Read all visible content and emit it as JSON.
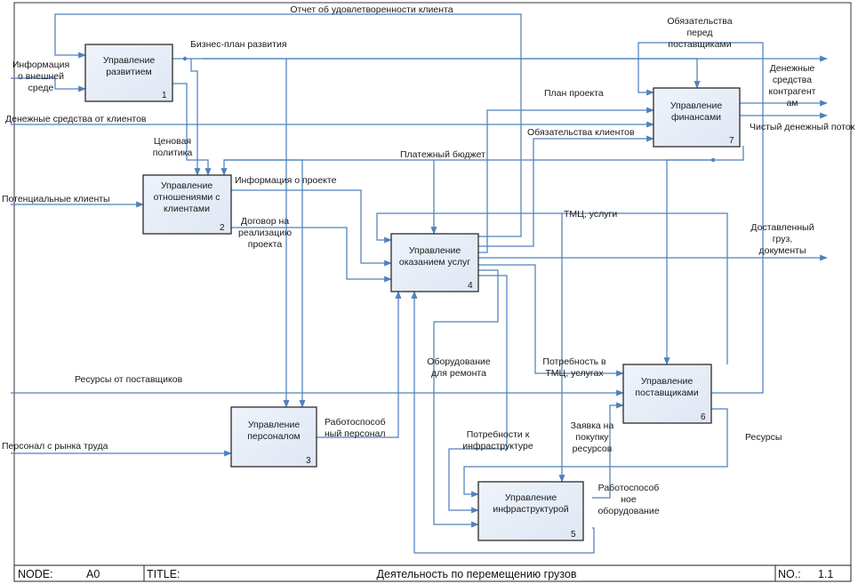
{
  "boxes": [
    {
      "id": "b1",
      "lines": [
        "Управление",
        "развитием"
      ],
      "num": "1"
    },
    {
      "id": "b2",
      "lines": [
        "Управление",
        "отношениями с",
        "клиентами"
      ],
      "num": "2"
    },
    {
      "id": "b3",
      "lines": [
        "Управление",
        "персоналом"
      ],
      "num": "3"
    },
    {
      "id": "b4",
      "lines": [
        "Управление",
        "оказанием услуг"
      ],
      "num": "4"
    },
    {
      "id": "b5",
      "lines": [
        "Управление",
        "инфраструктурой"
      ],
      "num": "5"
    },
    {
      "id": "b6",
      "lines": [
        "Управление",
        "поставщиками"
      ],
      "num": "6"
    },
    {
      "id": "b7",
      "lines": [
        "Управление",
        "финансами"
      ],
      "num": "7"
    }
  ],
  "labels": {
    "report": [
      "Отчет об удовлетворенности клиента"
    ],
    "bizplan": [
      "Бизнес-план развития"
    ],
    "env_info": [
      "Информация",
      "о внешней",
      "среде"
    ],
    "client_money": [
      "Денежные средства от клиентов"
    ],
    "price_policy": [
      "Ценовая",
      "политика"
    ],
    "potential_clients": [
      "Потенциальные клиенты"
    ],
    "project_info": [
      "Информация о проекте"
    ],
    "contract": [
      "Договор на",
      "реализацию",
      "проекта"
    ],
    "payment_budget": [
      "Платежный бюджет"
    ],
    "project_plan": [
      "План проекта"
    ],
    "client_obligations": [
      "Обязательства клиентов"
    ],
    "supplier_obligations": [
      "Обязательства",
      "перед",
      "поставщиками"
    ],
    "contractor_money": [
      "Денежные",
      "средства",
      "контрагент",
      "ам"
    ],
    "net_cash": [
      "Чистый денежный поток"
    ],
    "tmc_services": [
      "ТМЦ, услуги"
    ],
    "delivered": [
      "Доставленный",
      "груз,",
      "документы"
    ],
    "supplier_resources": [
      "Ресурсы от поставщиков"
    ],
    "repair_equipment": [
      "Оборудование",
      "для ремонта"
    ],
    "tmc_need": [
      "Потребность в",
      "ТМЦ, услугах"
    ],
    "workforce_market": [
      "Персонал с рынка труда"
    ],
    "capable_staff": [
      "Работоспособ",
      "ный персонал"
    ],
    "infra_needs": [
      "Потребности к",
      "инфраструктуре"
    ],
    "purchase_request": [
      "Заявка на",
      "покупку",
      "ресурсов"
    ],
    "resources": [
      "Ресурсы"
    ],
    "capable_equipment": [
      "Работоспособ",
      "ное",
      "оборудование"
    ]
  },
  "footer": {
    "node_label": "NODE:",
    "node_value": "A0",
    "title_label": "TITLE:",
    "title_value": "Деятельность по перемещению грузов",
    "no_label": "NO.:",
    "no_value": "1.1"
  }
}
